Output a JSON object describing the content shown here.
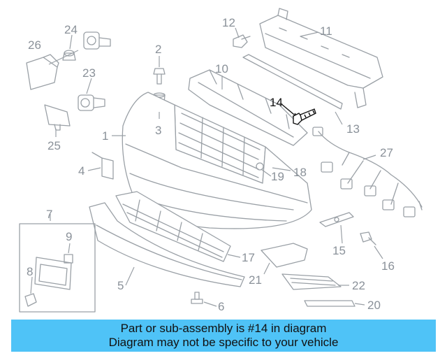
{
  "diagram": {
    "callouts": [
      "1",
      "2",
      "3",
      "4",
      "5",
      "6",
      "7",
      "8",
      "9",
      "10",
      "11",
      "12",
      "13",
      "14",
      "15",
      "16",
      "17",
      "18",
      "19",
      "20",
      "21",
      "22",
      "23",
      "24",
      "25",
      "26",
      "27"
    ],
    "highlighted": "14"
  },
  "banner": {
    "line1": "Part or sub-assembly is #14 in diagram",
    "line2": "Diagram may not be specific to your vehicle"
  },
  "colors": {
    "banner_bg": "#4fc3f7",
    "part_stroke": "#9aa0a6",
    "highlight": "#111111"
  }
}
